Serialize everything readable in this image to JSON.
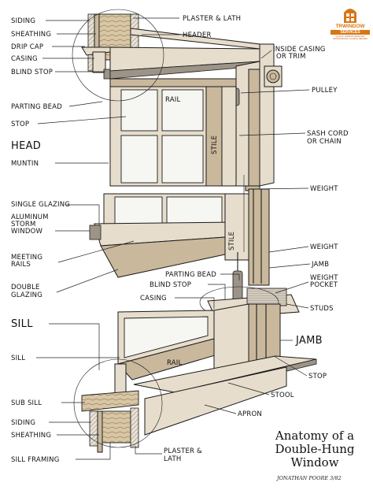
{
  "logo": {
    "name": "TRWINDOW",
    "sub": "SERVICES",
    "tagline": "QUALITY WINDOW SERVICES PROFESSIONAL GLAZING REPAIRS",
    "color": "#d97613"
  },
  "title": {
    "line1": "Anatomy of a",
    "line2": "Double-Hung",
    "line3": "Window"
  },
  "signature": "JONATHAN POORE 3/82",
  "labels": {
    "siding_top": "SIDING",
    "sheathing_top": "SHEATHING",
    "drip_cap": "DRIP CAP",
    "casing_top": "CASING",
    "blind_stop_top": "BLIND STOP",
    "parting_bead_top": "PARTING BEAD",
    "stop": "STOP",
    "head": "HEAD",
    "muntin": "MUNTIN",
    "plaster_lath_top": "PLASTER & LATH",
    "header": "HEADER",
    "inside_casing": "INSIDE CASING",
    "inside_casing_2": "OR TRIM",
    "rail_top": "RAIL",
    "pulley": "PULLEY",
    "sash_cord": "SASH CORD",
    "sash_cord_2": "OR CHAIN",
    "stile_top": "STILE",
    "weight_top": "WEIGHT",
    "single_glazing": "SINGLE GLAZING",
    "aluminum_storm": "ALUMINUM",
    "aluminum_storm_2": "STORM",
    "aluminum_storm_3": "WINDOW",
    "meeting_rails": "MEETING",
    "meeting_rails_2": "RAILS",
    "double_glazing": "DOUBLE",
    "double_glazing_2": "GLAZING",
    "stile_mid": "STILE",
    "weight_mid": "WEIGHT",
    "jamb_small": "JAMB",
    "weight_pocket": "WEIGHT",
    "weight_pocket_2": "POCKET",
    "studs": "STUDS",
    "parting_bead_mid": "PARTING BEAD",
    "blind_stop_mid": "BLIND STOP",
    "casing_mid": "CASING",
    "sill": "SILL",
    "jamb_big": "JAMB",
    "sill_small": "SILL",
    "rail_bottom": "RAIL",
    "stop_bottom": "STOP",
    "stool": "STOOL",
    "apron": "APRON",
    "sub_sill": "SUB SILL",
    "siding_bottom": "SIDING",
    "sheathing_bottom": "SHEATHING",
    "sill_framing": "SILL FRAMING",
    "plaster_lath_bottom": "PLASTER &",
    "plaster_lath_bottom_2": "LATH"
  }
}
